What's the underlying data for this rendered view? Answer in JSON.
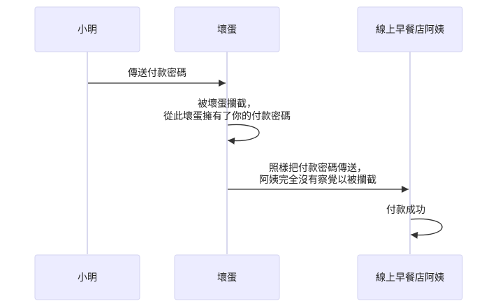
{
  "participants": [
    {
      "id": "xiaoming",
      "label": "小明"
    },
    {
      "id": "huaidan",
      "label": "壞蛋"
    },
    {
      "id": "ayi",
      "label": "線上早餐店阿姨"
    }
  ],
  "messages": [
    {
      "from": "xiaoming",
      "to": "huaidan",
      "lines": [
        "傳送付款密碼"
      ]
    },
    {
      "from": "huaidan",
      "to": "huaidan",
      "lines": [
        "被壞蛋攔截，",
        "從此壞蛋擁有了你的付款密碼"
      ]
    },
    {
      "from": "huaidan",
      "to": "ayi",
      "lines": [
        "照樣把付款密碼傳送，",
        "阿姨完全沒有察覺以被攔截"
      ]
    },
    {
      "from": "ayi",
      "to": "ayi",
      "lines": [
        "付款成功"
      ]
    }
  ]
}
